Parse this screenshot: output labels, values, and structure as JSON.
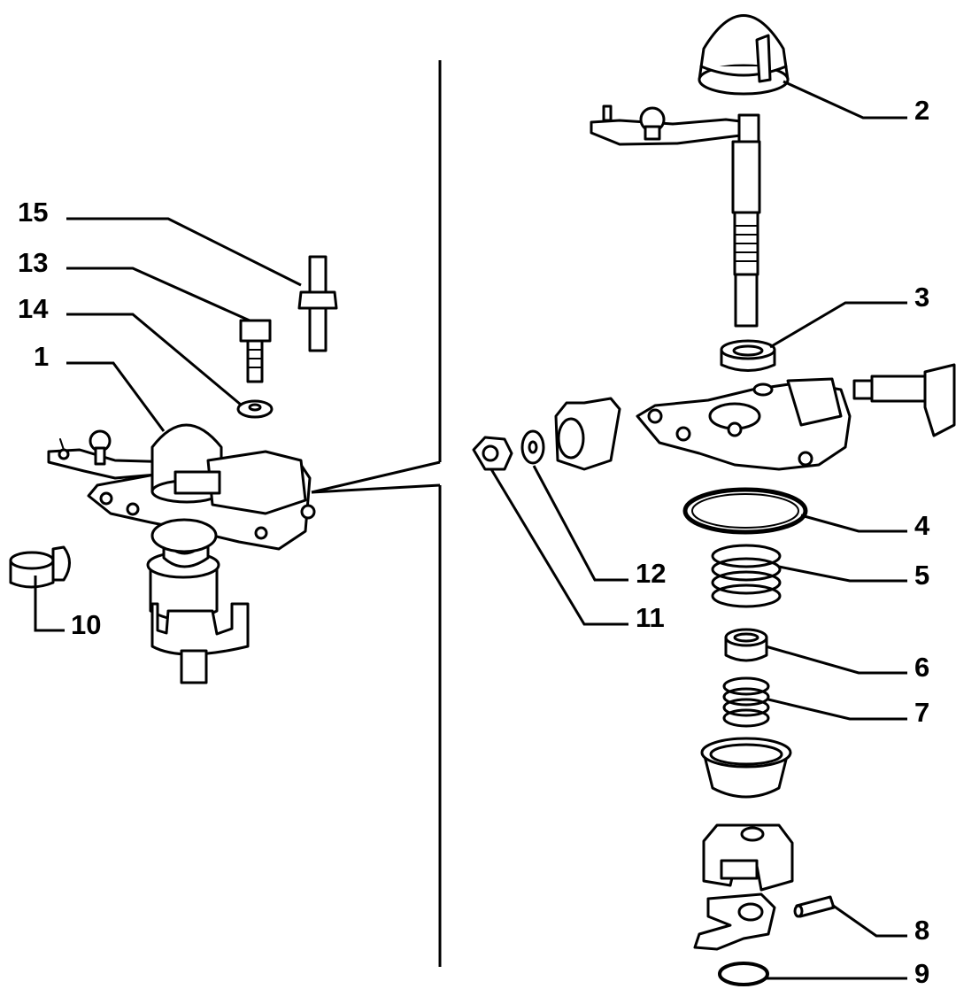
{
  "diagram": {
    "callouts": [
      {
        "id": "2",
        "label": "2"
      },
      {
        "id": "3",
        "label": "3"
      },
      {
        "id": "4",
        "label": "4"
      },
      {
        "id": "5",
        "label": "5"
      },
      {
        "id": "6",
        "label": "6"
      },
      {
        "id": "7",
        "label": "7"
      },
      {
        "id": "8",
        "label": "8"
      },
      {
        "id": "9",
        "label": "9"
      },
      {
        "id": "1",
        "label": "1"
      },
      {
        "id": "10",
        "label": "10"
      },
      {
        "id": "11",
        "label": "11"
      },
      {
        "id": "12",
        "label": "12"
      },
      {
        "id": "13",
        "label": "13"
      },
      {
        "id": "14",
        "label": "14"
      },
      {
        "id": "15",
        "label": "15"
      }
    ]
  }
}
